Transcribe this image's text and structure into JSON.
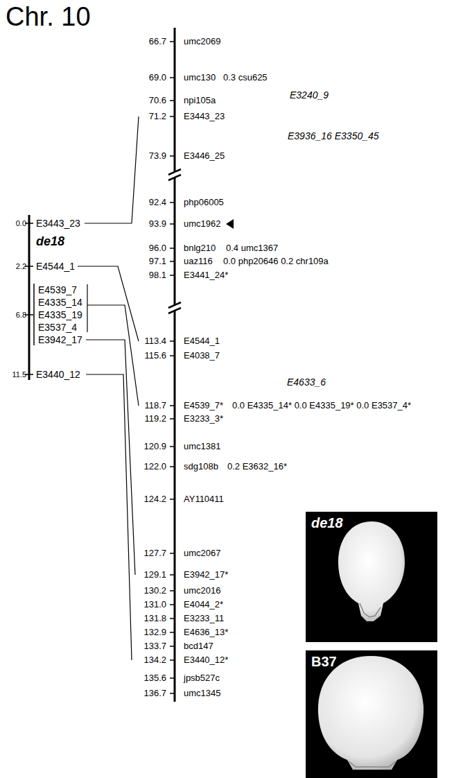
{
  "diagram": {
    "title": "Chr. 10",
    "nodes": [
      {
        "text": [
          "de18"
        ]
      },
      {
        "text": [
          "B37"
        ]
      }
    ],
    "labels": [
      "0.0",
      "E3443_23",
      "de18",
      "2.2",
      "E4544_1",
      "E4539_7",
      "E4335_14",
      "E4335_19",
      "E3537_4",
      "6.8",
      "E3942_17",
      "11.5",
      "E3440_12",
      "66.7",
      "umc2069",
      "69.0",
      "umc130",
      "0.3 csu625",
      "E3240_9",
      "70.6",
      "npi105a",
      "71.2",
      "E3443_23",
      "E3936_16 E3350_45",
      "73.9",
      "E3446_25",
      "92.4",
      "php06005",
      "93.9",
      "umc1962",
      "96.0",
      "bnlg210",
      "0.4 umc1367",
      "97.1",
      "uaz116",
      "0.0 php20646 0.2 chr109a",
      "98.1",
      "E3441_24*",
      "113.4",
      "E4544_1",
      "115.6",
      "E4038_7",
      "E4633_6",
      "118.7",
      "E4539_7*",
      "0.0 E4335_14* 0.0 E4335_19* 0.0 E3537_4*",
      "119.2",
      "E3233_3*",
      "120.9",
      "umc1381",
      "122.0",
      "sdg108b",
      "0.2 E3632_16*",
      "124.2",
      "AY110411",
      "127.7",
      "umc2067",
      "129.1",
      "E3942_17*",
      "130.2",
      "umc2016",
      "131.0",
      "E4044_2*",
      "131.8",
      "E3233_11",
      "132.9",
      "E4636_13*",
      "133.7",
      "bcd147",
      "134.2",
      "E3440_12*",
      "135.6",
      "jpsb527c",
      "136.7",
      "umc1345"
    ]
  }
}
